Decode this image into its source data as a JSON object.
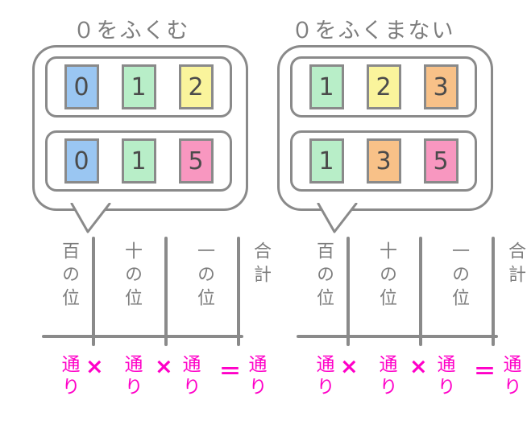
{
  "groups": [
    {
      "title": "０をふくむ",
      "rows": [
        [
          {
            "digit": "0",
            "color": "#9ac6f2"
          },
          {
            "digit": "1",
            "color": "#b8eec8"
          },
          {
            "digit": "2",
            "color": "#faf49c"
          }
        ],
        [
          {
            "digit": "0",
            "color": "#9ac6f2"
          },
          {
            "digit": "1",
            "color": "#b8eec8"
          },
          {
            "digit": "5",
            "color": "#f897c0"
          }
        ]
      ]
    },
    {
      "title": "０をふくまない",
      "rows": [
        [
          {
            "digit": "1",
            "color": "#b8eec8"
          },
          {
            "digit": "2",
            "color": "#faf49c"
          },
          {
            "digit": "3",
            "color": "#f8c188"
          }
        ],
        [
          {
            "digit": "1",
            "color": "#b8eec8"
          },
          {
            "digit": "3",
            "color": "#f8c188"
          },
          {
            "digit": "5",
            "color": "#f897c0"
          }
        ]
      ]
    }
  ],
  "table": {
    "columns": [
      "百の位",
      "十の位",
      "一の位",
      "合計"
    ]
  },
  "formula": {
    "unit": "通り",
    "multiply": "×",
    "equals": "＝"
  },
  "colors": {
    "outline": "#8a8a8a",
    "label_text": "#7d7d7d",
    "digit_text": "#4b4b4b",
    "magenta": "#ff00c8"
  }
}
